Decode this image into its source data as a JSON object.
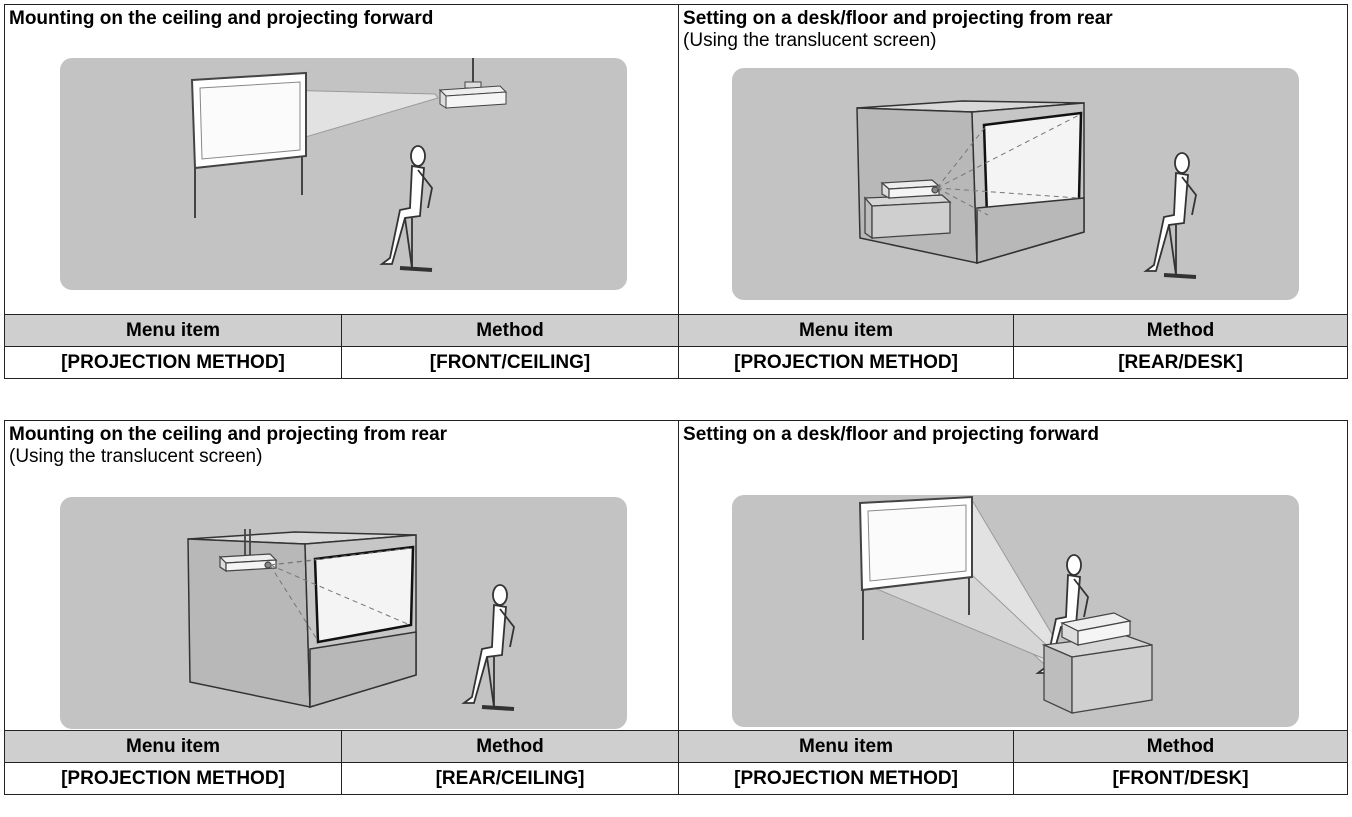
{
  "sections": [
    {
      "left": {
        "title": "Mounting on the ceiling and projecting forward",
        "subtitle": "",
        "menu_item_header": "Menu item",
        "method_header": "Method",
        "menu_item": "[PROJECTION METHOD]",
        "method": "[FRONT/CEILING]"
      },
      "right": {
        "title": "Setting on a desk/floor and projecting from rear",
        "subtitle": "(Using the translucent screen)",
        "menu_item_header": "Menu item",
        "method_header": "Method",
        "menu_item": "[PROJECTION METHOD]",
        "method": "[REAR/DESK]"
      }
    },
    {
      "left": {
        "title": "Mounting on the ceiling and projecting from rear",
        "subtitle": "(Using the translucent screen)",
        "menu_item_header": "Menu item",
        "method_header": "Method",
        "menu_item": "[PROJECTION METHOD]",
        "method": "[REAR/CEILING]"
      },
      "right": {
        "title": "Setting on a desk/floor and projecting forward",
        "subtitle": "",
        "menu_item_header": "Menu item",
        "method_header": "Method",
        "menu_item": "[PROJECTION METHOD]",
        "method": "[FRONT/DESK]"
      }
    }
  ],
  "colors": {
    "illustration_bg": "#c3c3c3",
    "header_bg": "#cfcfcf",
    "border": "#222222"
  }
}
